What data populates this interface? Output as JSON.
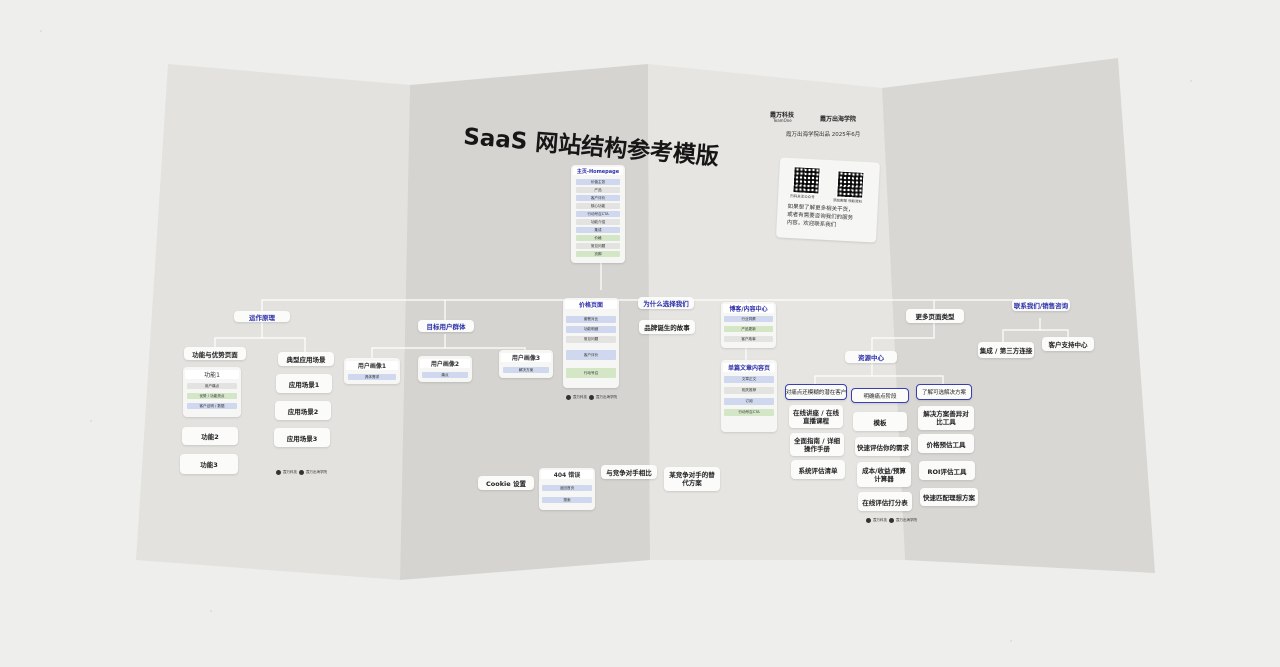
{
  "title": "SaaS 网站结构参考模版",
  "branding": {
    "logo_a": "霞万科技",
    "logo_a_sub": "TeamOne",
    "logo_b": "霞万出海学院",
    "publisher": "霞万出海学院出品 2025年6月",
    "qr_caption_a": "扫码关注公众号",
    "qr_caption_b": "添加客服 领取资料",
    "contact": [
      "如果想了解更多相关干货，",
      "或者有需要咨询我们的服务",
      "内容，欢迎联系我们"
    ]
  },
  "homepage": {
    "label": "主页-Homepage",
    "items": [
      "价值主张",
      "产品",
      "客户评价",
      "核心功能",
      "行动号召CTA",
      "功能介绍",
      "集成",
      "价格",
      "常见问题",
      "页脚"
    ]
  },
  "branches": {
    "how_it_works": "运作原理",
    "features": "功能与优势页面",
    "feature1": "功能1",
    "feature1_items": [
      "用户痛点",
      "优势 / 功能亮点",
      "客户证明 / 数据"
    ],
    "feature2": "功能2",
    "feature3": "功能3",
    "use_cases": "典型应用场景",
    "use_case_items": [
      "应用场景1",
      "应用场景2",
      "应用场景3"
    ],
    "audience": "目标用户群体",
    "persona1": "用户画像1",
    "persona1_sub": "具体需求",
    "persona2": "用户画像2",
    "persona2_sub": "痛点",
    "persona3": "用户画像3",
    "persona3_sub": "解决方案",
    "pricing": "价格页面",
    "pricing_items": [
      "套餐对比",
      "功能明细",
      "常见问题",
      "客户评价",
      "行动号召"
    ],
    "why_us": "为什么选择我们",
    "brand_story": "品牌诞生的故事",
    "blog": "博客/内容中心",
    "blog_items": [
      "行业洞察",
      "产品更新",
      "客户故事"
    ],
    "article": "单篇文章内容页",
    "article_items": [
      "文章正文",
      "相关推荐",
      "订阅",
      "行动号召CTA"
    ],
    "more_pages": "更多页面类型",
    "contact_sales": "联系我们/销售咨询",
    "integrations": "集成 / 第三方连接",
    "support": "客户支持中心",
    "resource_center": "资源中心",
    "cookie": "Cookie 设置",
    "error404": "404 错误",
    "error404_items": [
      "返回首页",
      "搜索"
    ],
    "vs_competitor": "与竞争对手相比",
    "alt_competitor": "某竞争对手的替代方案"
  },
  "resource_columns": [
    {
      "header": "对痛点还模糊的潜在客户",
      "items": [
        "在线讲座 / 在线直播课程",
        "全面指南 / 详细操作手册",
        "系统评估清单"
      ]
    },
    {
      "header": "明确痛点阶段",
      "items": [
        "模板",
        "快速评估你的需求",
        "成本/收益/预算计算器",
        "在线评估打分表"
      ]
    },
    {
      "header": "了解可选解决方案",
      "items": [
        "解决方案善异对比工具",
        "价格预估工具",
        "ROI评估工具",
        "快速匹配理想方案"
      ]
    }
  ]
}
